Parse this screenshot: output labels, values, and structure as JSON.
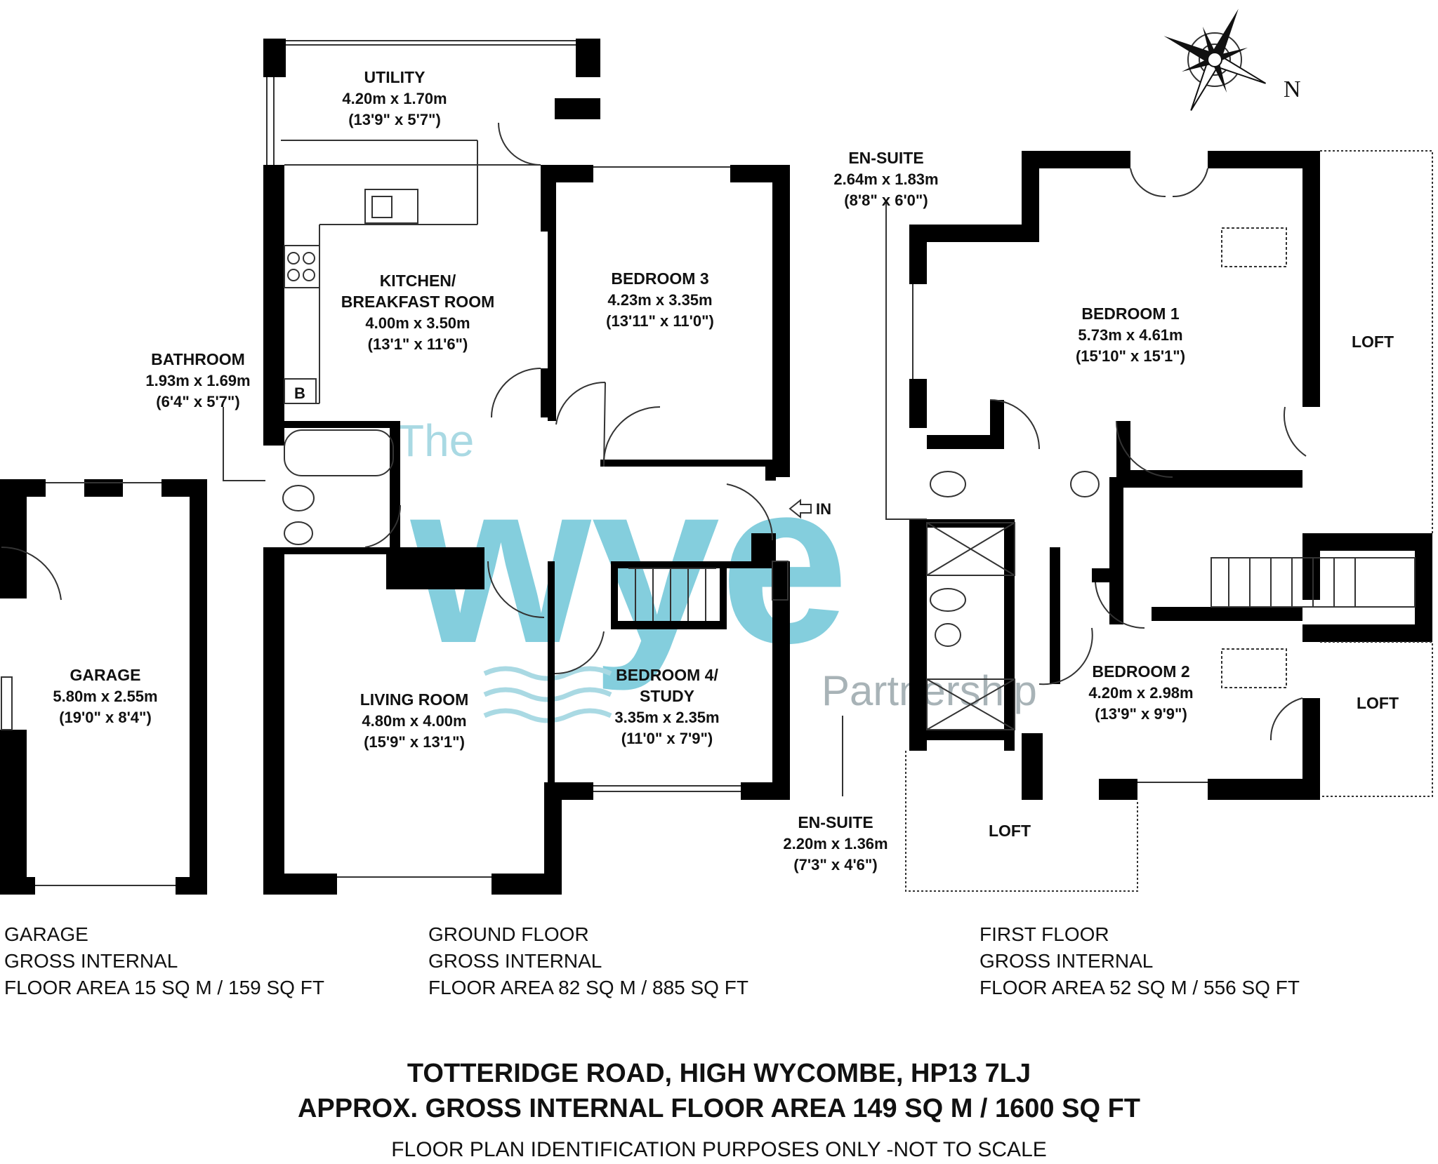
{
  "watermark": {
    "line1": "The",
    "brand": "wye",
    "line2": "Partnership",
    "color": "#3fb3c9"
  },
  "compass": {
    "north_label": "N"
  },
  "rooms": {
    "utility": {
      "name": "UTILITY",
      "metric": "4.20m x 1.70m",
      "imperial": "(13'9\" x 5'7\")"
    },
    "kitchen": {
      "name1": "KITCHEN/",
      "name2": "BREAKFAST ROOM",
      "metric": "4.00m x 3.50m",
      "imperial": "(13'1\" x 11'6\")",
      "boiler": "B"
    },
    "bedroom3": {
      "name": "BEDROOM 3",
      "metric": "4.23m x 3.35m",
      "imperial": "(13'11\" x 11'0\")"
    },
    "bathroom": {
      "name": "BATHROOM",
      "metric": "1.93m x 1.69m",
      "imperial": "(6'4\" x 5'7\")"
    },
    "garage": {
      "name": "GARAGE",
      "metric": "5.80m x 2.55m",
      "imperial": "(19'0\" x 8'4\")"
    },
    "living": {
      "name": "LIVING ROOM",
      "metric": "4.80m x 4.00m",
      "imperial": "(15'9\" x 13'1\")"
    },
    "bedroom4": {
      "name1": "BEDROOM 4/",
      "name2": "STUDY",
      "metric": "3.35m x 2.35m",
      "imperial": "(11'0\" x 7'9\")"
    },
    "entrance": {
      "label": "IN"
    },
    "ensuite1": {
      "name": "EN-SUITE",
      "metric": "2.64m x 1.83m",
      "imperial": "(8'8\" x 6'0\")"
    },
    "bedroom1": {
      "name": "BEDROOM 1",
      "metric": "5.73m x 4.61m",
      "imperial": "(15'10\" x 15'1\")"
    },
    "bedroom2": {
      "name": "BEDROOM 2",
      "metric": "4.20m x 2.98m",
      "imperial": "(13'9\" x 9'9\")"
    },
    "ensuite2": {
      "name": "EN-SUITE",
      "metric": "2.20m x 1.36m",
      "imperial": "(7'3\" x 4'6\")"
    },
    "loft1": "LOFT",
    "loft2": "LOFT",
    "loft3": "LOFT"
  },
  "areas": {
    "garage": {
      "line1": "GARAGE",
      "line2": "GROSS INTERNAL",
      "line3": "FLOOR AREA 15 SQ M / 159 SQ FT"
    },
    "ground": {
      "line1": "GROUND FLOOR",
      "line2": "GROSS INTERNAL",
      "line3": "FLOOR AREA 82 SQ M / 885 SQ FT"
    },
    "first": {
      "line1": "FIRST FLOOR",
      "line2": "GROSS INTERNAL",
      "line3": "FLOOR AREA 52 SQ M / 556 SQ FT"
    }
  },
  "address": {
    "line1": "TOTTERIDGE ROAD, HIGH WYCOMBE, HP13 7LJ",
    "line2": "APPROX. GROSS INTERNAL FLOOR AREA 149 SQ M / 1600 SQ FT"
  },
  "disclaimer": "FLOOR PLAN IDENTIFICATION PURPOSES ONLY -NOT TO SCALE"
}
